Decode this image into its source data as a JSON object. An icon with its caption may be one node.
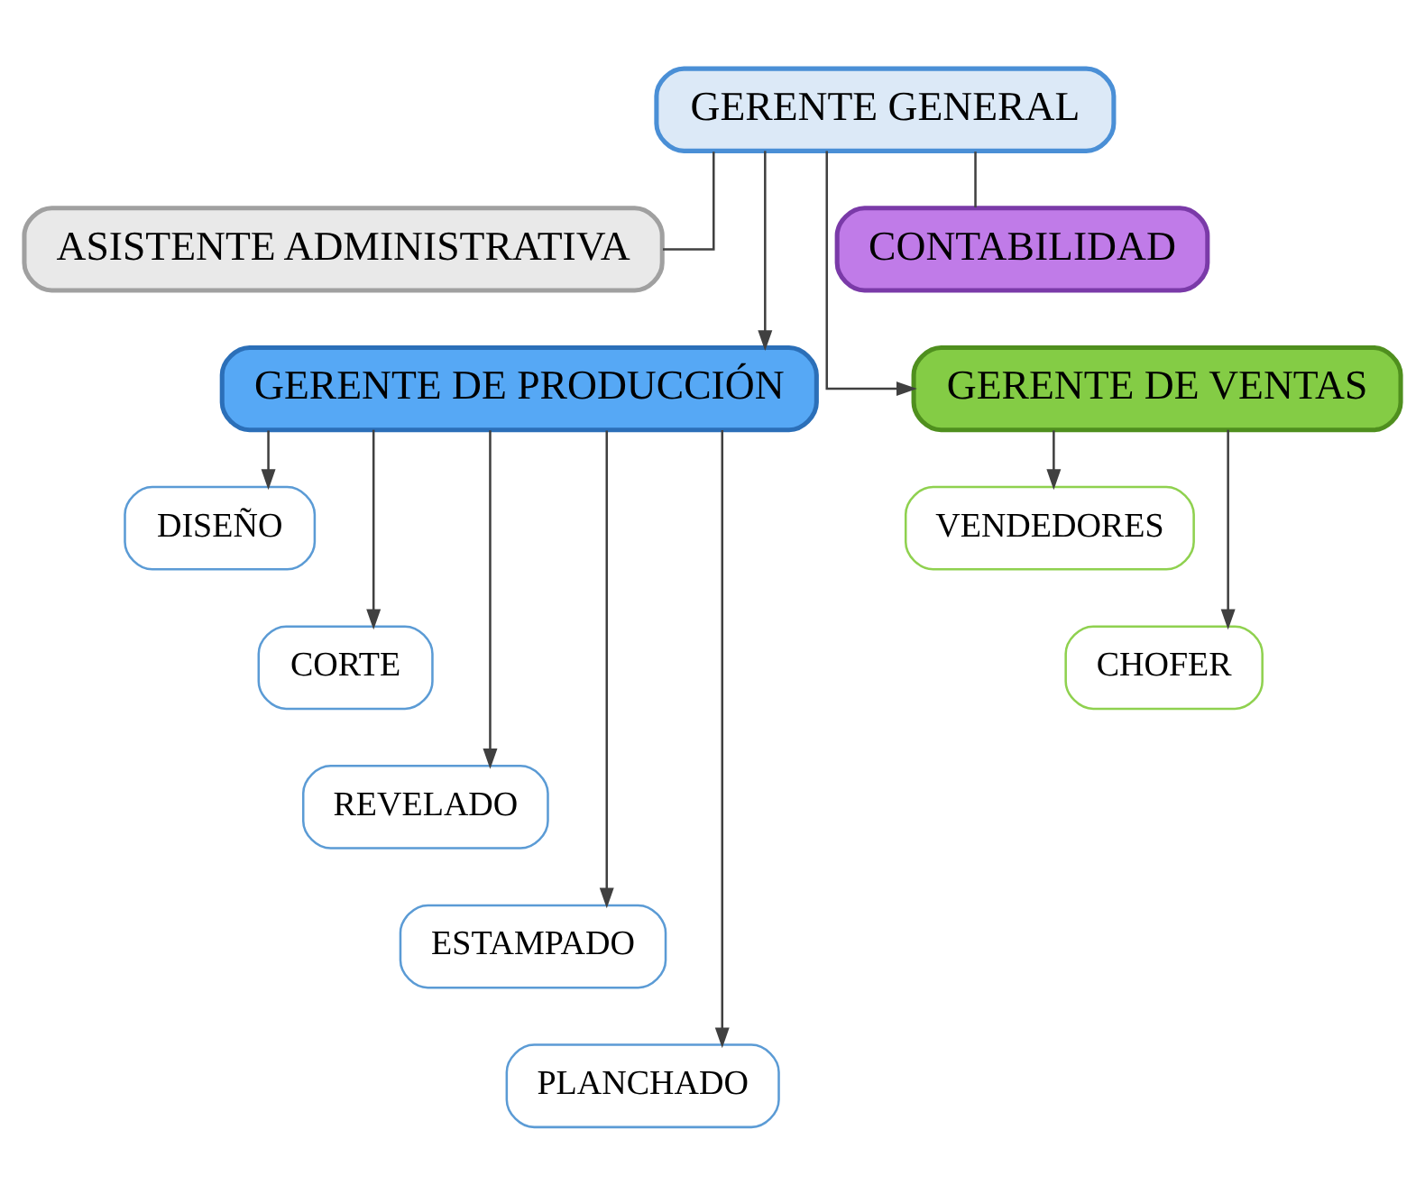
{
  "diagram": {
    "nodes": [
      {
        "text": [
          "GERENTE GENERAL"
        ]
      },
      {
        "text": [
          "ASISTENTE ADMINISTRATIVA"
        ]
      },
      {
        "text": [
          "CONTABILIDAD"
        ]
      },
      {
        "text": [
          "GERENTE DE PRODUCCIÓN"
        ]
      },
      {
        "text": [
          "GERENTE DE VENTAS"
        ]
      },
      {
        "text": [
          "DISEÑO"
        ]
      },
      {
        "text": [
          "CORTE"
        ]
      },
      {
        "text": [
          "REVELADO"
        ]
      },
      {
        "text": [
          "ESTAMPADO"
        ]
      },
      {
        "text": [
          "PLANCHADO"
        ]
      },
      {
        "text": [
          "VENDEDORES"
        ]
      },
      {
        "text": [
          "CHOFER"
        ]
      }
    ],
    "edges": [
      {
        "from": 0,
        "to": 1,
        "arrow": "none"
      },
      {
        "from": 0,
        "to": 2,
        "arrow": "none"
      },
      {
        "from": 0,
        "to": 3,
        "arrow": "to"
      },
      {
        "from": 0,
        "to": 4,
        "arrow": "to"
      },
      {
        "from": 3,
        "to": 5,
        "arrow": "to"
      },
      {
        "from": 3,
        "to": 6,
        "arrow": "to"
      },
      {
        "from": 3,
        "to": 7,
        "arrow": "to"
      },
      {
        "from": 3,
        "to": 8,
        "arrow": "to"
      },
      {
        "from": 3,
        "to": 9,
        "arrow": "to"
      },
      {
        "from": 4,
        "to": 10,
        "arrow": "to"
      },
      {
        "from": 4,
        "to": 11,
        "arrow": "to"
      }
    ]
  }
}
